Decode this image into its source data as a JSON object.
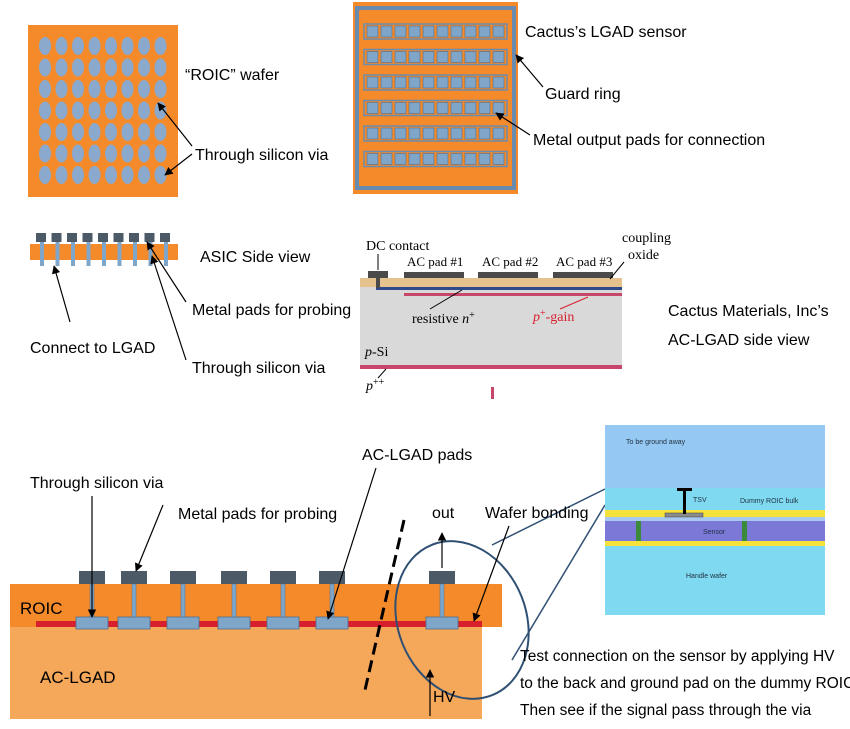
{
  "colors": {
    "orange": "#F58A2A",
    "orange_light": "#F5A75A",
    "blue_pad": "#7FA6C9",
    "blue_via": "#8AA9CC",
    "dark_pad": "#4C5A68",
    "red": "#D81F2E",
    "gray_si": "#D9D9D9",
    "tan_oxide": "#E5C28E",
    "sky": "#95C8F2",
    "cyan": "#7FD9F0",
    "yellow": "#F5E23A",
    "purple": "#7B78D8",
    "green": "#3A8A3A"
  },
  "labels": {
    "roic_wafer": "“ROIC” wafer",
    "tsv_top": "Through silicon via",
    "lgad_sensor": "Cactus’s LGAD sensor",
    "guard_ring": "Guard ring",
    "metal_output": "Metal output pads for connection",
    "asic_side": "ASIC Side view",
    "metal_probe_mid": "Metal pads for probing",
    "connect_lgad": "Connect to LGAD",
    "tsv_mid": "Through silicon via",
    "cactus_ac": "Cactus Materials, Inc’s",
    "cactus_ac2": "AC-LGAD side view",
    "dc_contact": "DC contact",
    "ac1": "AC pad #1",
    "ac2": "AC pad #2",
    "ac3": "AC pad #3",
    "coupling": "coupling",
    "oxide": "oxide",
    "resistive": "resistive",
    "resistive_sup": "n",
    "pgain": "p",
    "pgain_sup": "+",
    "pgain_suffix": "-gain",
    "psi": "p",
    "psi_suffix": "-Si",
    "ppp": "p",
    "ppp_sup": "++",
    "tsv_bottom": "Through silicon via",
    "acl_pads": "AC-LGAD pads",
    "metal_probe_bottom": "Metal pads for probing",
    "out": "out",
    "wafer_bonding": "Wafer bonding",
    "roic": "ROIC",
    "ac_lgad": "AC-LGAD",
    "hv": "HV",
    "ground_away": "To be ground away",
    "tsv_small": "TSV",
    "dummy_roic": "Dummy ROIC bulk",
    "sensor": "Sensor",
    "handle": "Handle wafer",
    "test1": "Test connection on the sensor by applying HV",
    "test2": "to the back and ground pad on the dummy ROIC",
    "test3": "Then see if the signal pass through the via"
  }
}
